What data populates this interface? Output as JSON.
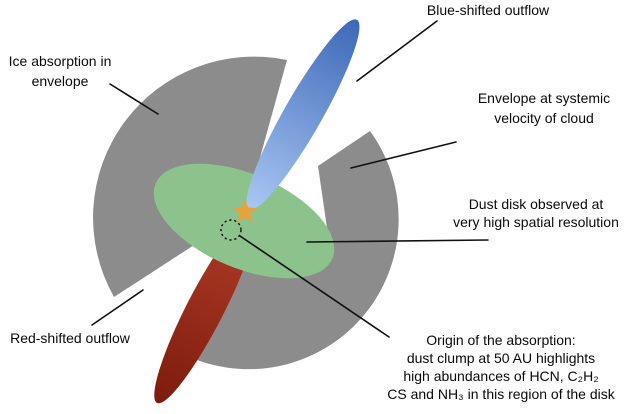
{
  "figure": {
    "description": "Annotated schematic of a protostellar system: envelope, disk, outflows",
    "colors": {
      "background": "#ffffff",
      "envelope_gray": "#8c8c8c",
      "disk_green": "#8cc28c",
      "outflow_blue_dark": "#3d68b8",
      "outflow_blue_light": "#a9c7f3",
      "outflow_red_light": "#b23c28",
      "outflow_red_dark": "#7c1c0e",
      "star_gold": "#e6a23c",
      "leader_line": "#111111",
      "text": "#0a0a0a"
    },
    "annotations": {
      "blue_outflow": {
        "lines": [
          "Blue-shifted outflow"
        ]
      },
      "ice_absorption": {
        "lines": [
          "Ice absorption in",
          "envelope"
        ]
      },
      "envelope_systemic": {
        "lines": [
          "Envelope at systemic",
          "velocity of cloud"
        ]
      },
      "dust_disk": {
        "lines": [
          "Dust disk observed at",
          "very high spatial resolution"
        ]
      },
      "red_outflow": {
        "lines": [
          "Red-shifted outflow"
        ]
      },
      "origin": {
        "lines": [
          "Origin of the absorption:",
          "dust clump at 50 AU highlights",
          "high abundances of HCN, C₂H₂",
          "CS and NH₃ in this region of the disk"
        ]
      }
    }
  }
}
